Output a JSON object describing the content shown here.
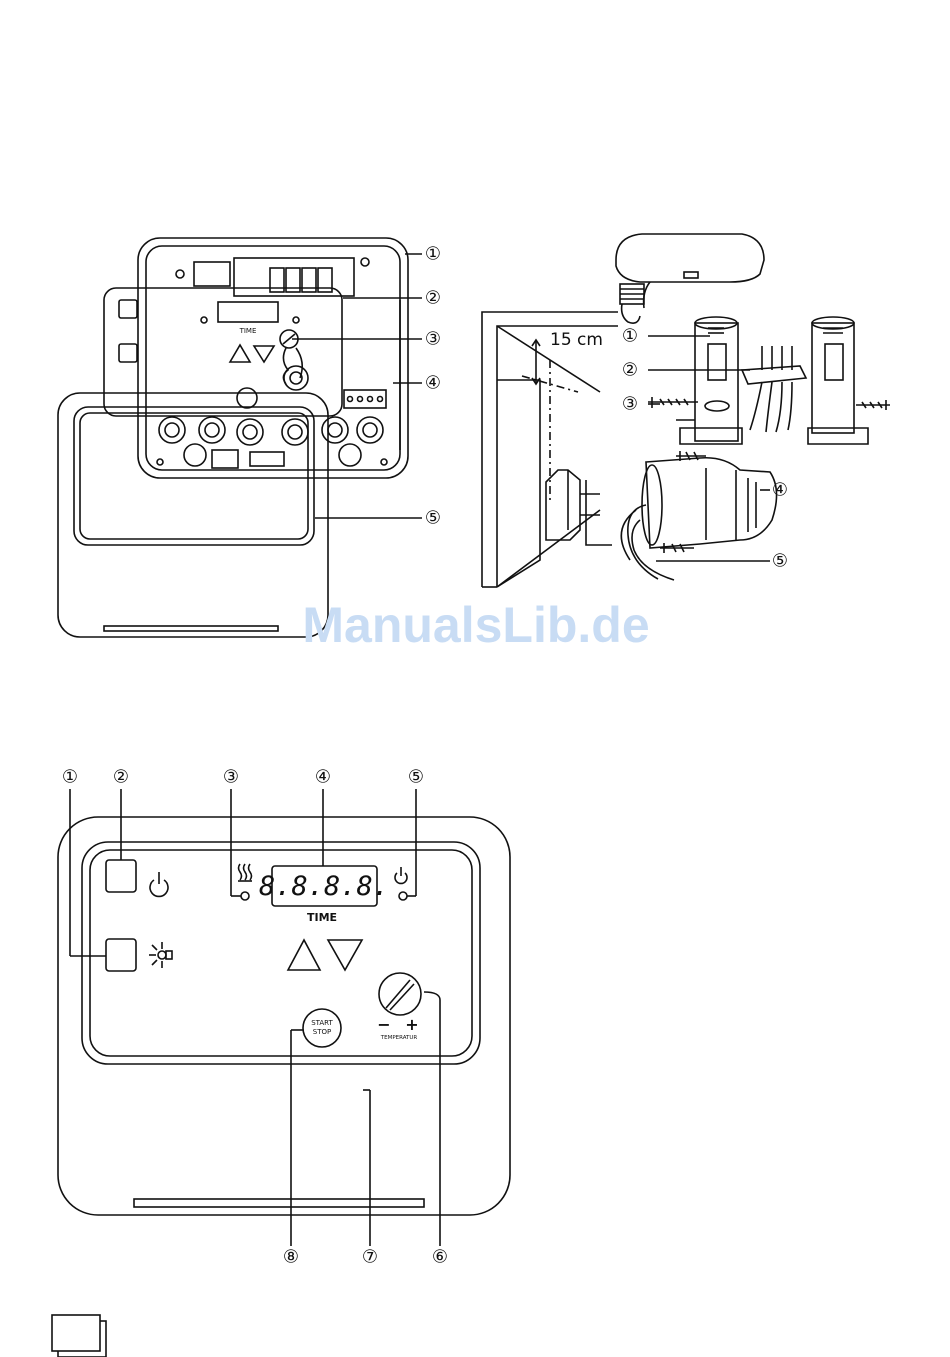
{
  "figure_top": {
    "callouts_left": [
      "①",
      "②",
      "③",
      "④",
      "⑤"
    ],
    "panel_label": "TIME",
    "callouts_right": [
      "①",
      "②",
      "③",
      "④",
      "⑤"
    ],
    "distance_label": "15 cm"
  },
  "watermark": "ManualsLib.de",
  "figure_bottom": {
    "callouts_top": [
      "①",
      "②",
      "③",
      "④",
      "⑤"
    ],
    "callouts_bottom": [
      "⑧",
      "⑦",
      "⑥"
    ],
    "display_text": "8.8.8.8.",
    "time_label": "TIME",
    "start_label": "START",
    "stop_label": "STOP",
    "minus_label": "−",
    "plus_label": "+",
    "temperature_label": "TEMPERATUR"
  }
}
